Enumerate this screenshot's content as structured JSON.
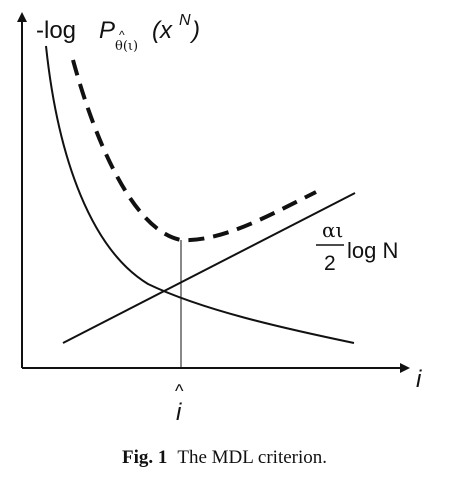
{
  "figure": {
    "y_axis_label": {
      "prefix": "-log",
      "p": "P",
      "hat": "^",
      "subscript": "θ(ι)",
      "open": "(x",
      "superscript": "N",
      "close": ")"
    },
    "x_axis_label": "i",
    "x_marker": {
      "hat": "^",
      "label": "i"
    },
    "penalty_label": {
      "numerator": "αι",
      "denominator": "2",
      "rest": "log N"
    },
    "curves": [
      {
        "name": "neg-log-likelihood",
        "style": "solid"
      },
      {
        "name": "penalty-line",
        "style": "solid"
      },
      {
        "name": "description-length",
        "style": "dashed"
      }
    ],
    "colors": {
      "ink": "#111111",
      "background": "#ffffff"
    }
  },
  "caption": {
    "label": "Fig. 1",
    "text": "The MDL criterion."
  }
}
